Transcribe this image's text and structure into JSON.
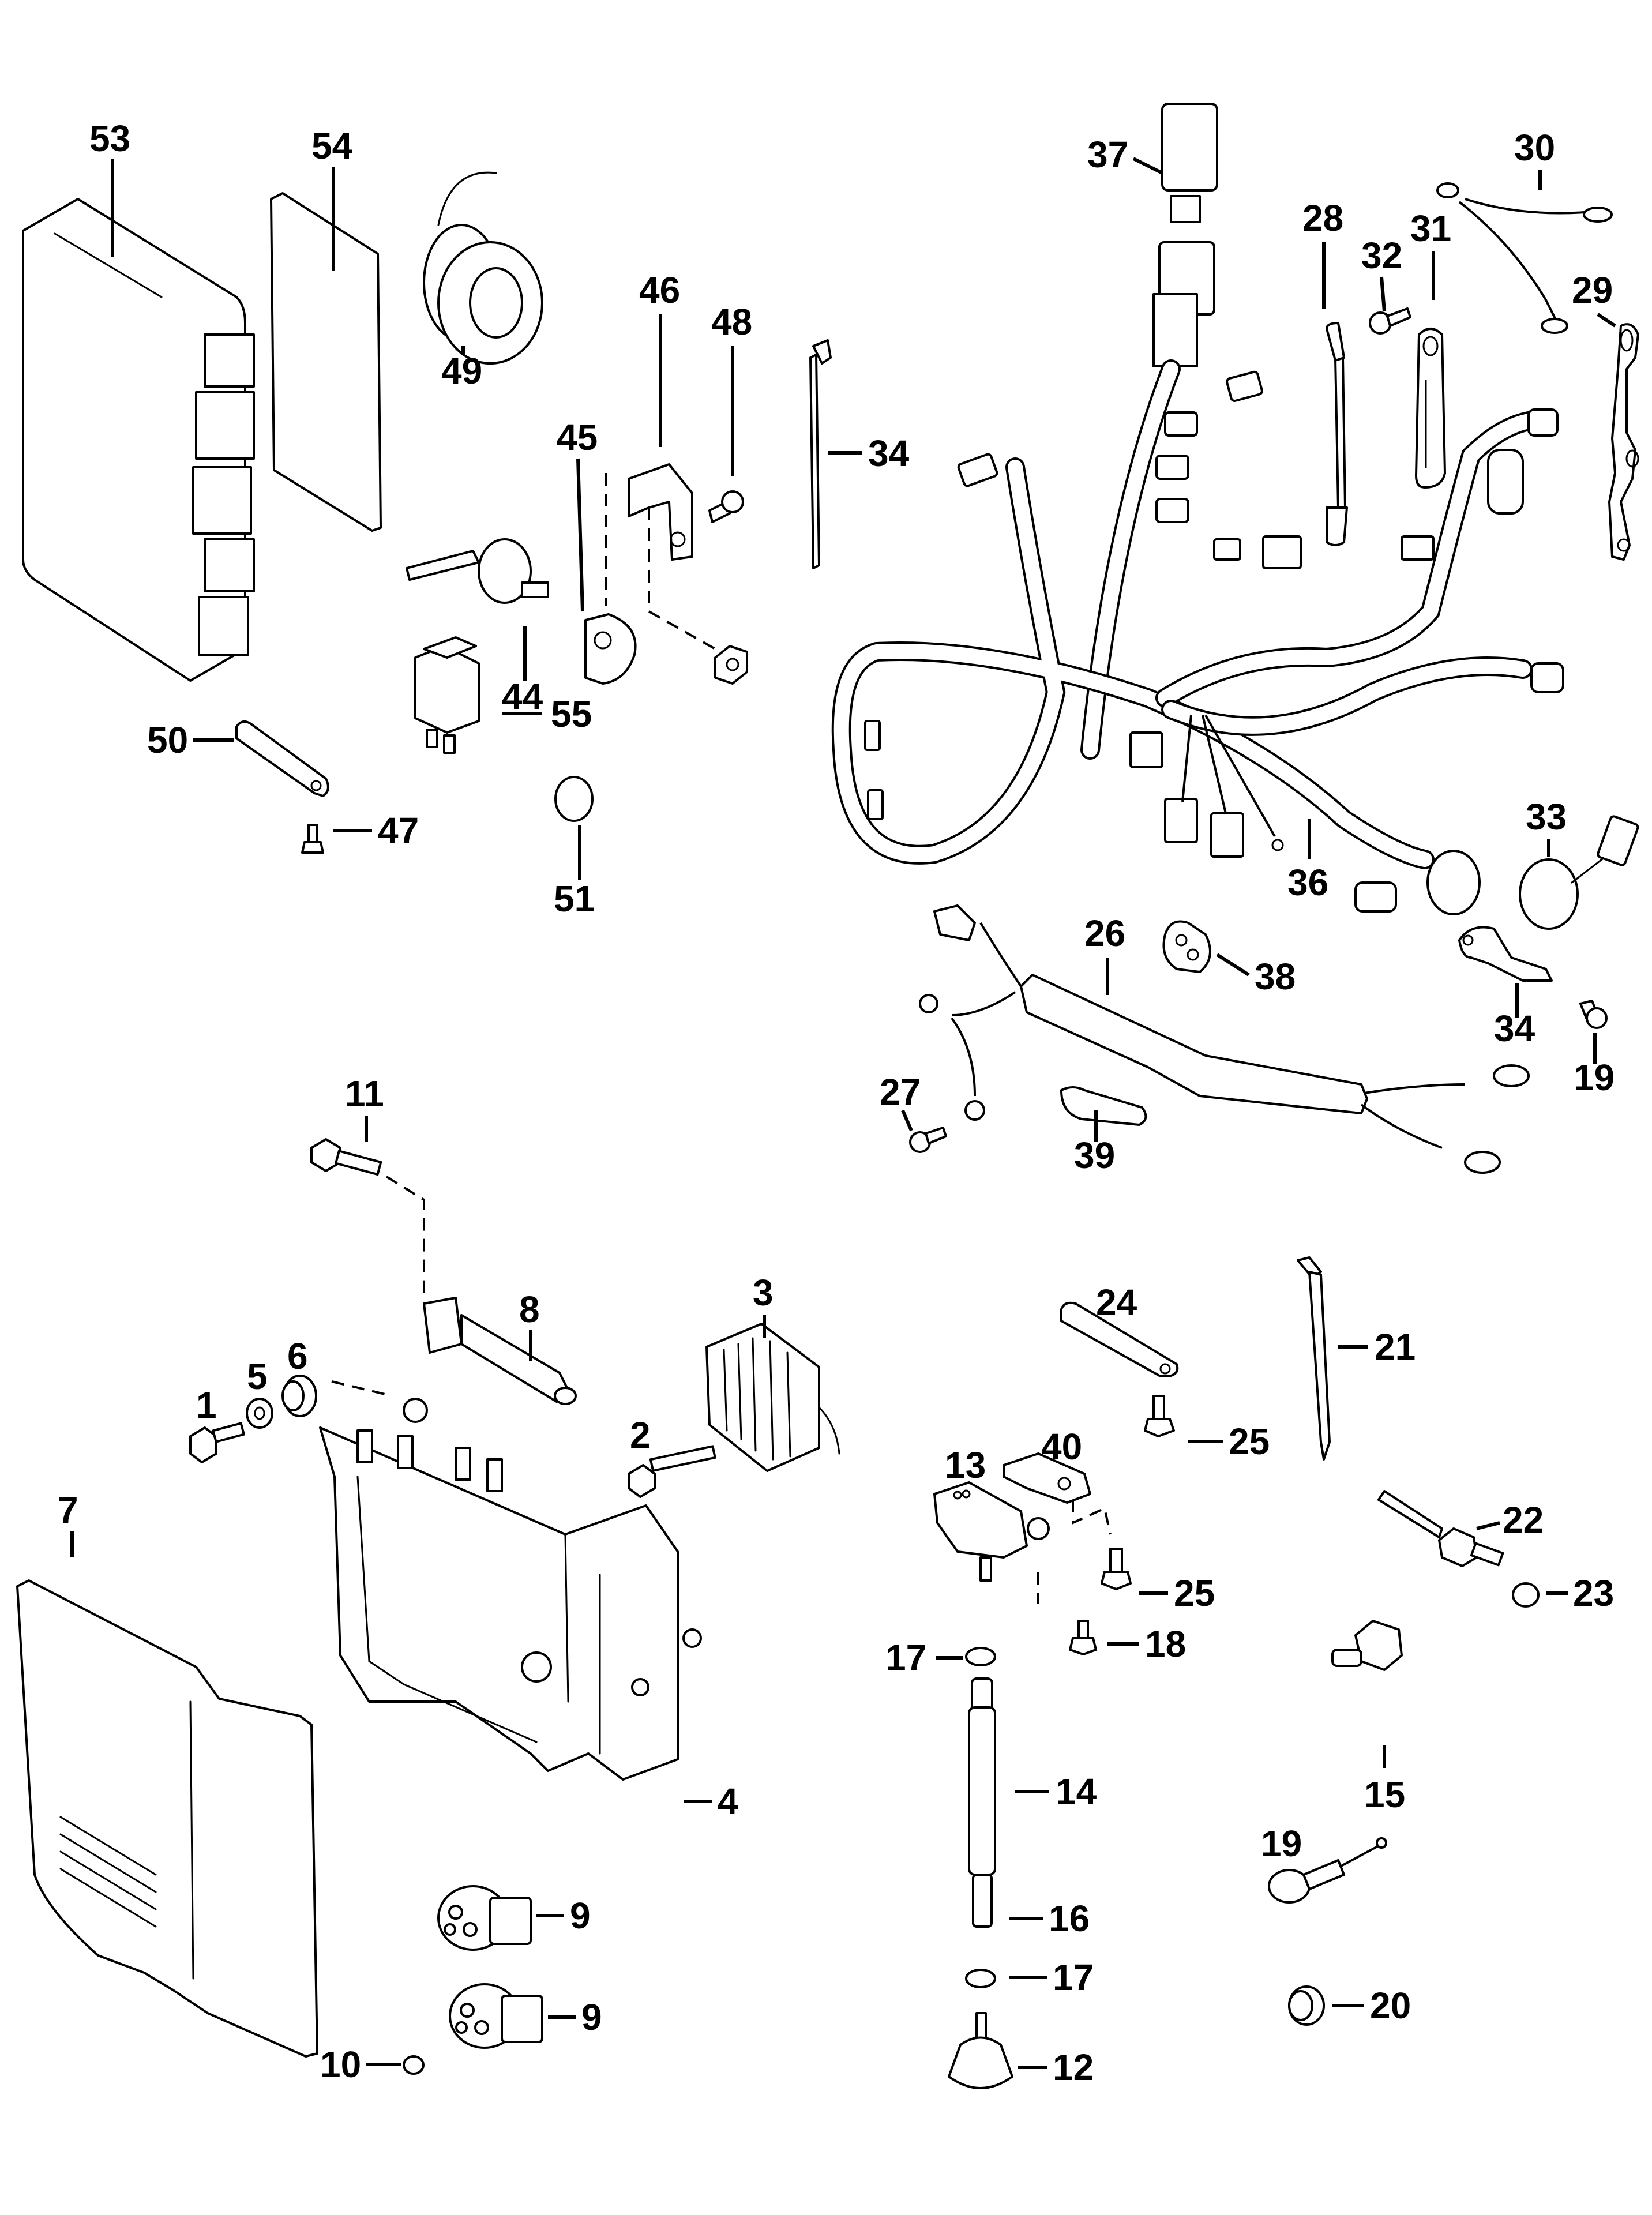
{
  "diagram": {
    "title": "Electrical components exploded parts view",
    "line_color": "#000000",
    "background_color": "#ffffff",
    "callouts": {
      "p1": "1",
      "p2": "2",
      "p3": "3",
      "p4": "4",
      "p5": "5",
      "p6": "6",
      "p7": "7",
      "p8": "8",
      "p9a": "9",
      "p9b": "9",
      "p10": "10",
      "p11": "11",
      "p12": "12",
      "p13": "13",
      "p14": "14",
      "p15": "15",
      "p16": "16",
      "p17a": "17",
      "p17b": "17",
      "p18": "18",
      "p19a": "19",
      "p19b": "19",
      "p20": "20",
      "p21": "21",
      "p22": "22",
      "p23": "23",
      "p24": "24",
      "p25a": "25",
      "p25b": "25",
      "p26": "26",
      "p27": "27",
      "p28": "28",
      "p29": "29",
      "p30": "30",
      "p31": "31",
      "p32": "32",
      "p33": "33",
      "p34a": "34",
      "p34b": "34",
      "p36": "36",
      "p37": "37",
      "p38": "38",
      "p39": "39",
      "p40": "40",
      "p44": "44",
      "p45": "45",
      "p46": "46",
      "p47": "47",
      "p48": "48",
      "p49": "49",
      "p50": "50",
      "p51": "51",
      "p53": "53",
      "p54": "54",
      "p55": "55"
    },
    "parts": [
      {
        "ref": "1",
        "depicts": "flange bolt"
      },
      {
        "ref": "2",
        "depicts": "long flange bolt"
      },
      {
        "ref": "3",
        "depicts": "rectifier/regulator (finned)"
      },
      {
        "ref": "4",
        "depicts": "electrical mounting bracket"
      },
      {
        "ref": "5",
        "depicts": "washer"
      },
      {
        "ref": "6",
        "depicts": "grommet"
      },
      {
        "ref": "7",
        "depicts": "cover"
      },
      {
        "ref": "8",
        "depicts": "sensor"
      },
      {
        "ref": "9",
        "depicts": "relay (x2)"
      },
      {
        "ref": "10",
        "depicts": "cap"
      },
      {
        "ref": "11",
        "depicts": "bolt"
      },
      {
        "ref": "12",
        "depicts": "filter"
      },
      {
        "ref": "13",
        "depicts": "pressure sensor"
      },
      {
        "ref": "14",
        "depicts": "hose"
      },
      {
        "ref": "15",
        "depicts": "knock sensor"
      },
      {
        "ref": "16",
        "depicts": "hose"
      },
      {
        "ref": "17",
        "depicts": "clamp (x2)"
      },
      {
        "ref": "18",
        "depicts": "bolt"
      },
      {
        "ref": "19",
        "depicts": "bolt / temperature sensor"
      },
      {
        "ref": "20",
        "depicts": "grommet"
      },
      {
        "ref": "21",
        "depicts": "cable tie"
      },
      {
        "ref": "22",
        "depicts": "sensor"
      },
      {
        "ref": "23",
        "depicts": "O-ring"
      },
      {
        "ref": "24",
        "depicts": "strap"
      },
      {
        "ref": "25",
        "depicts": "bolt (x2)"
      },
      {
        "ref": "26",
        "depicts": "battery cable harness"
      },
      {
        "ref": "27",
        "depicts": "bolt"
      },
      {
        "ref": "28",
        "depicts": "lead"
      },
      {
        "ref": "29",
        "depicts": "ground strap"
      },
      {
        "ref": "30",
        "depicts": "ground wire"
      },
      {
        "ref": "31",
        "depicts": "strap"
      },
      {
        "ref": "32",
        "depicts": "bolt"
      },
      {
        "ref": "33",
        "depicts": "cap with tether"
      },
      {
        "ref": "34",
        "depicts": "cable tie / clamp"
      },
      {
        "ref": "36",
        "depicts": "main wiring harness"
      },
      {
        "ref": "37",
        "depicts": "fuse"
      },
      {
        "ref": "38",
        "depicts": "grommet"
      },
      {
        "ref": "39",
        "depicts": "protector"
      },
      {
        "ref": "40",
        "depicts": "bracket"
      },
      {
        "ref": "44",
        "depicts": "switch"
      },
      {
        "ref": "45",
        "depicts": "clip"
      },
      {
        "ref": "46",
        "depicts": "bracket"
      },
      {
        "ref": "47",
        "depicts": "screw"
      },
      {
        "ref": "48",
        "depicts": "bolt"
      },
      {
        "ref": "49",
        "depicts": "switch"
      },
      {
        "ref": "50",
        "depicts": "strap"
      },
      {
        "ref": "51",
        "depicts": "plug"
      },
      {
        "ref": "53",
        "depicts": "ECM module"
      },
      {
        "ref": "54",
        "depicts": "pad"
      },
      {
        "ref": "55",
        "depicts": "relay"
      }
    ]
  }
}
